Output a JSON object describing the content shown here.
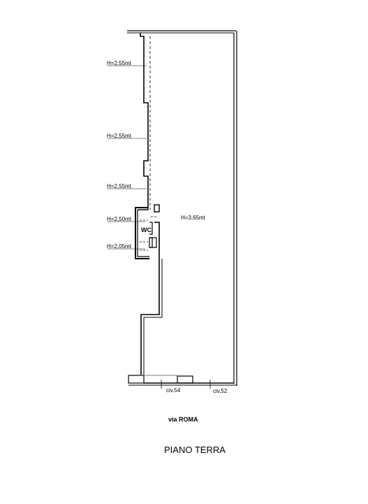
{
  "plan": {
    "heights": [
      {
        "id": "h1",
        "label": "H=2,55mt"
      },
      {
        "id": "h2",
        "label": "H=2,55mt"
      },
      {
        "id": "h3",
        "label": "H=2,55mt"
      },
      {
        "id": "h4",
        "label": "H=2,50mt"
      },
      {
        "id": "h5",
        "label": "H=2,05mt"
      }
    ],
    "main_height": "H=3,65mt",
    "wc_label": "WC",
    "civ": [
      "civ.54",
      "civ.52"
    ],
    "street": "via ROMA",
    "title": "PIANO TERRA"
  }
}
